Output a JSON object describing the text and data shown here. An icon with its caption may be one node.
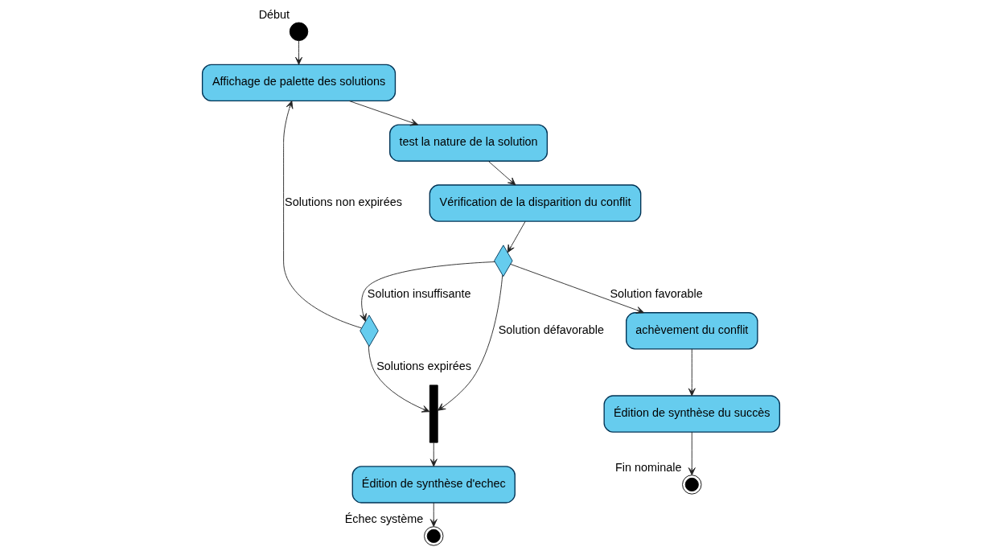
{
  "diagram": {
    "nodes": [
      {
        "text": [],
        "shape": "circle",
        "beside": [
          "Début"
        ]
      },
      {
        "text": [
          "Affichage de palette des solutions"
        ]
      },
      {
        "text": [
          "test la nature de la solution"
        ]
      },
      {
        "text": [
          "Vérification de la disparition du conflit"
        ]
      },
      {
        "text": [],
        "shape": "diamond"
      },
      {
        "text": [],
        "shape": "diamond"
      },
      {
        "text": [],
        "shape": "bar"
      },
      {
        "text": [
          "Édition de synthèse d'echec"
        ]
      },
      {
        "text": [],
        "shape": "bullseye",
        "beside": [
          "Échec système"
        ]
      },
      {
        "text": [
          "achèvement du conflit"
        ]
      },
      {
        "text": [
          "Édition de synthèse du succès"
        ]
      },
      {
        "text": [],
        "shape": "bullseye",
        "beside": [
          "Fin nominale"
        ]
      }
    ],
    "edges": [
      {
        "from": 0,
        "to": 1,
        "arrow": "to"
      },
      {
        "from": 1,
        "to": 2,
        "arrow": "to"
      },
      {
        "from": 2,
        "to": 3,
        "arrow": "to"
      },
      {
        "from": 3,
        "to": 4,
        "arrow": "to"
      },
      {
        "from": 4,
        "to": 5,
        "arrow": "to",
        "label": "Solution insuffisante"
      },
      {
        "from": 5,
        "to": 1,
        "arrow": "to",
        "label": "Solutions non expirées"
      },
      {
        "from": 5,
        "to": 6,
        "arrow": "to",
        "label": "Solutions expirées"
      },
      {
        "from": 4,
        "to": 6,
        "arrow": "to",
        "label": "Solution défavorable"
      },
      {
        "from": 6,
        "to": 7,
        "arrow": "to"
      },
      {
        "from": 7,
        "to": 8,
        "arrow": "to"
      },
      {
        "from": 4,
        "to": 9,
        "arrow": "to",
        "label": "Solution favorable"
      },
      {
        "from": 9,
        "to": 10,
        "arrow": "to"
      },
      {
        "from": 10,
        "to": 11,
        "arrow": "to"
      }
    ]
  }
}
